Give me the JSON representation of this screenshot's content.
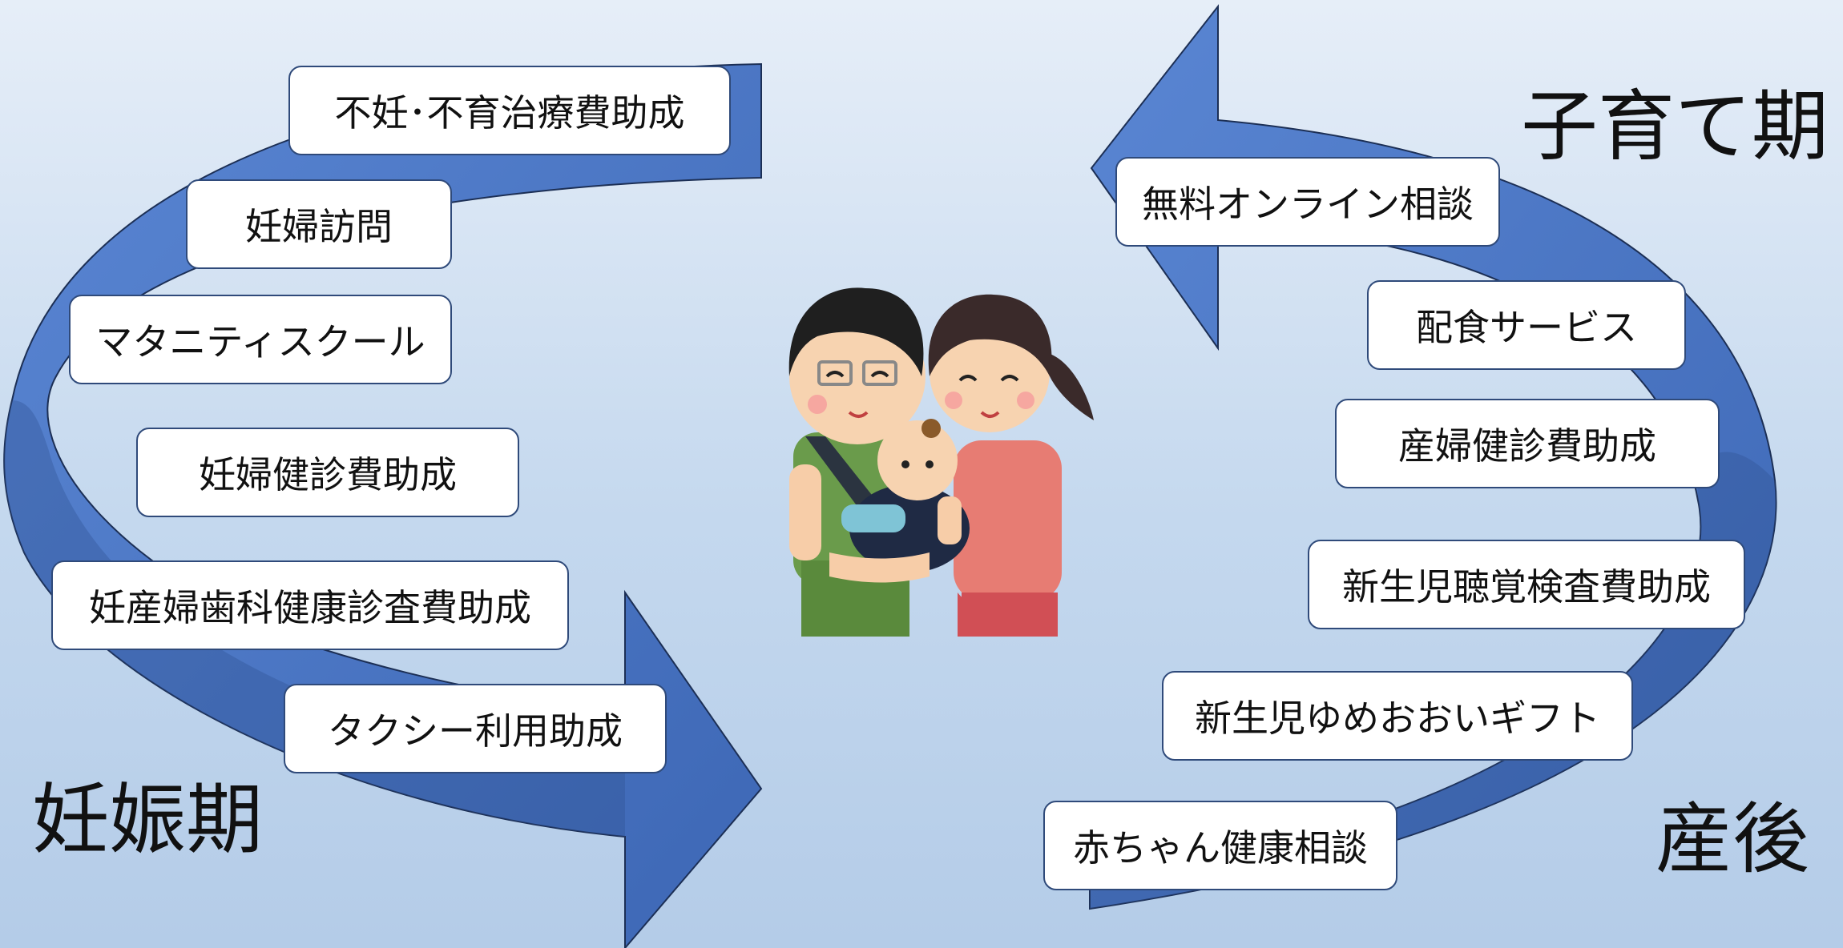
{
  "colors": {
    "arrow": "#4472c4",
    "arrow_dark": "#2f4f8f",
    "arrow_outline": "#1c2f55",
    "box_border": "#2f4a7a"
  },
  "illustration": "family-illustration",
  "phases": {
    "pregnancy": "妊娠期",
    "postpartum": "産後",
    "childrearing": "子育て期"
  },
  "left_items": [
    "不妊･不育治療費助成",
    "妊婦訪問",
    "マタニティスクール",
    "妊婦健診費助成",
    "妊産婦歯科健康診査費助成",
    "タクシー利用助成"
  ],
  "right_items": [
    "無料オンライン相談",
    "配食サービス",
    "産婦健診費助成",
    "新生児聴覚検査費助成",
    "新生児ゆめおおいギフト",
    "赤ちゃん健康相談"
  ]
}
